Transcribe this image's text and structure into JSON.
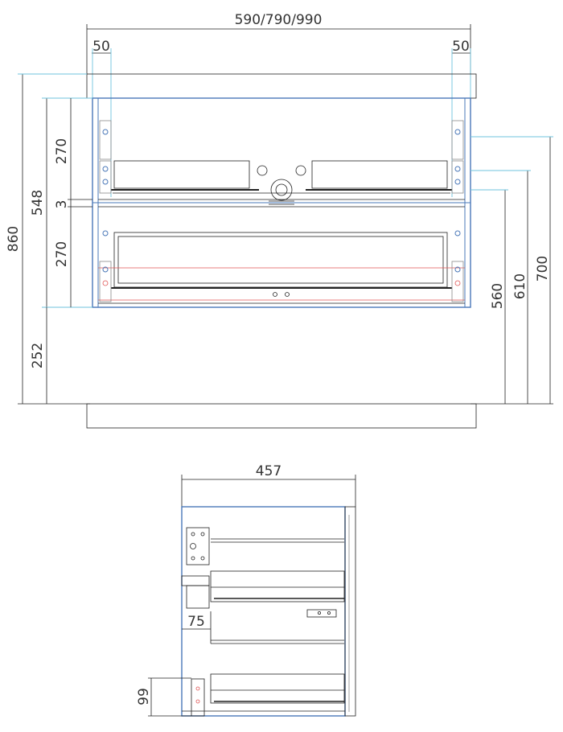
{
  "front_view": {
    "width_label": "590/790/990",
    "left_offset_label": "50",
    "right_offset_label": "50",
    "total_height_label": "860",
    "body_height_label": "548",
    "top_drawer_label": "270",
    "gap_label": "3",
    "bottom_drawer_label": "270",
    "floor_clearance_label": "252",
    "mount_560_label": "560",
    "mount_610_label": "610",
    "mount_700_label": "700"
  },
  "side_view": {
    "depth_label": "457",
    "inset_label": "75",
    "bottom_offset_label": "99"
  },
  "colors": {
    "line": "#222222",
    "cabinet_outline": "#4a78b8",
    "dimension_guide": "#6fc3dd",
    "marker": "#e05555"
  }
}
